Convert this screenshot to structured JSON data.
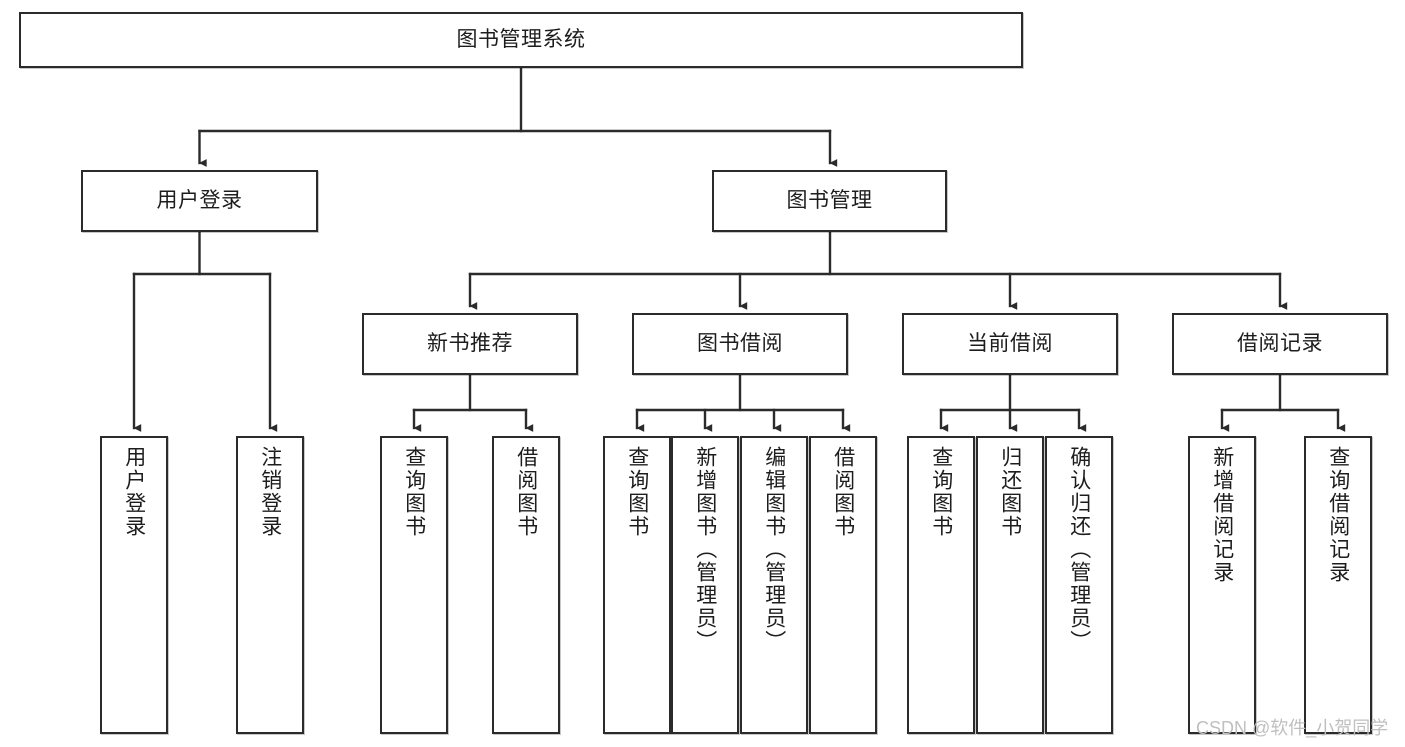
{
  "diagram": {
    "type": "tree-hierarchy",
    "title": "图书管理系统",
    "watermark": "CSDN @软件_小贺同学",
    "colors": {
      "stroke": "#2b2b2b",
      "fill": "#ffffff",
      "text": "#1d1d1d",
      "watermark": "#bfbfbf"
    },
    "root": {
      "label": "图书管理系统"
    },
    "level2": [
      {
        "label": "用户登录"
      },
      {
        "label": "图书管理"
      }
    ],
    "level3": [
      {
        "label": "新书推荐"
      },
      {
        "label": "图书借阅"
      },
      {
        "label": "当前借阅"
      },
      {
        "label": "借阅记录"
      }
    ],
    "leaves": {
      "user_login": [
        {
          "label": "用户登录"
        },
        {
          "label": "注销登录"
        }
      ],
      "new_book": [
        {
          "label": "查询图书"
        },
        {
          "label": "借阅图书"
        }
      ],
      "borrow_book": [
        {
          "label": "查询图书"
        },
        {
          "label": "新增图书（管理员）"
        },
        {
          "label": "编辑图书（管理员）"
        },
        {
          "label": "借阅图书"
        }
      ],
      "current_borrow": [
        {
          "label": "查询图书"
        },
        {
          "label": "归还图书"
        },
        {
          "label": "确认归还（管理员）"
        }
      ],
      "borrow_record": [
        {
          "label": "新增借阅记录"
        },
        {
          "label": "查询借阅记录"
        }
      ]
    }
  }
}
